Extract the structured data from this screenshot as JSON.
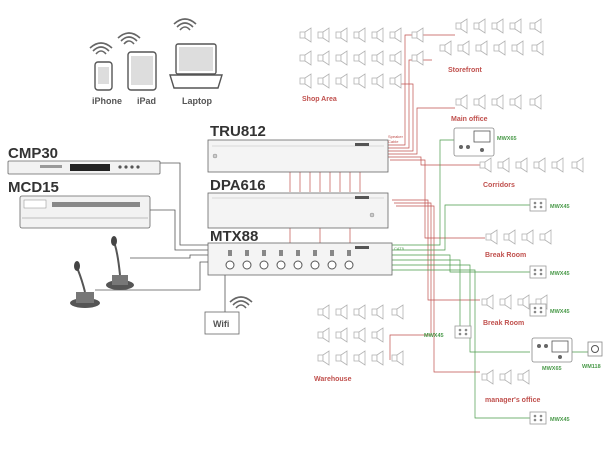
{
  "devices": {
    "cmp": "CMP30",
    "mcd": "MCD15",
    "tru": "TRU812",
    "dpa": "DPA616",
    "mtx": "MTX88",
    "wifi": "Wifi"
  },
  "mobiles": {
    "iphone": "iPhone",
    "ipad": "iPad",
    "laptop": "Laptop"
  },
  "zones": {
    "shop": "Shop Area",
    "storefront": "Storefront",
    "main_office": "Main office",
    "corridors": "Corridors",
    "break1": "Break Room",
    "break2": "Break Room",
    "warehouse": "Warehouse",
    "manager": "manager's office"
  },
  "panels": {
    "mwx65_top": "MWX65",
    "mwx45_1": "MWX45",
    "mwx45_2": "MWX45",
    "mwx45_3": "MWX45",
    "mwx45_left": "MWX45",
    "mwx65_bottom": "MWX65",
    "wm": "WM118",
    "mwx45_4": "MWX45"
  },
  "cable_labels": {
    "speaker": "Speaker",
    "cable": "Cable",
    "cat": "CAT5"
  },
  "colors": {
    "speaker_line": "#c0504d",
    "control_line": "#4a9a4a",
    "zone": "#c0504d",
    "control": "#4a9a4a"
  }
}
